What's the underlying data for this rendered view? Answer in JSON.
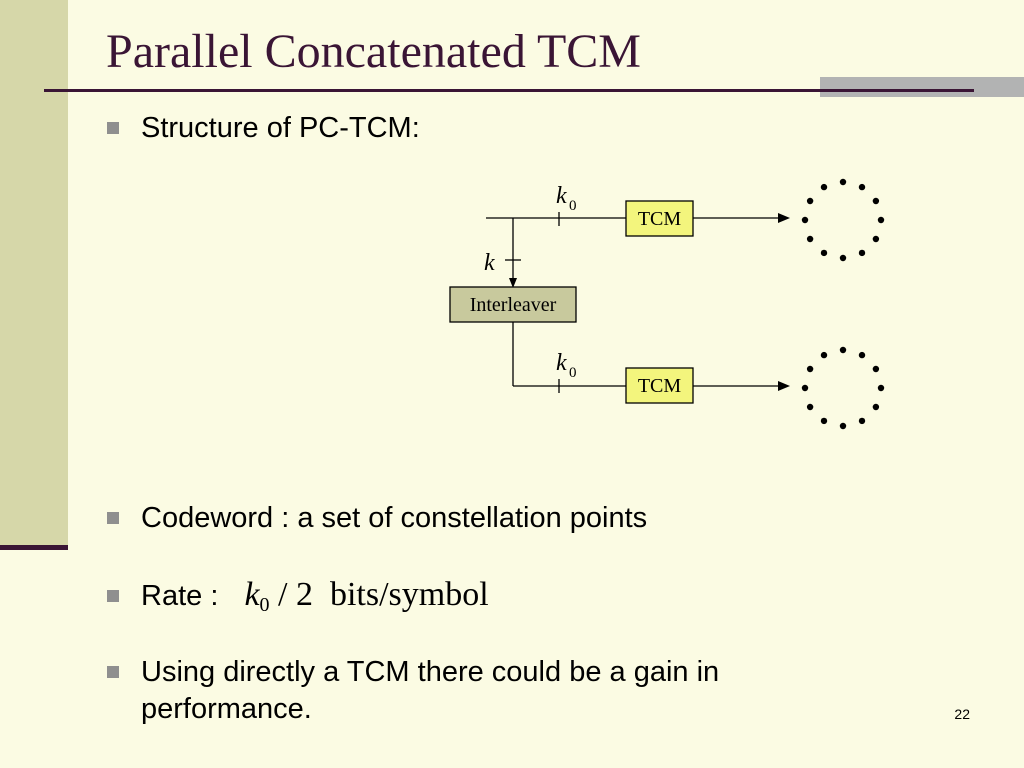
{
  "slide": {
    "title": "Parallel Concatenated TCM",
    "number": "22"
  },
  "bullets": [
    {
      "text": "Structure of PC-TCM:"
    },
    {
      "text": "Codeword : a set of constellation points"
    },
    {
      "prefix": "Rate : ",
      "math_var": "k",
      "math_sub": "0",
      "math_rest": "/ 2",
      "unit": "bits/symbol"
    },
    {
      "line1": "Using directly a TCM there could be a gain in",
      "line2": "performance."
    }
  ],
  "diagram": {
    "top_encoder": "TCM",
    "bottom_encoder": "TCM",
    "interleaver": "Interleaver",
    "input_label": "k",
    "branch_label_var": "k",
    "branch_label_sub": "0",
    "constellation_points": 12
  },
  "colors": {
    "background": "#fbfbe3",
    "sidebar": "#d6d7a9",
    "title": "#3a1535",
    "encoder_box": "#f3f57d",
    "interleaver_box": "#c8c99d"
  }
}
